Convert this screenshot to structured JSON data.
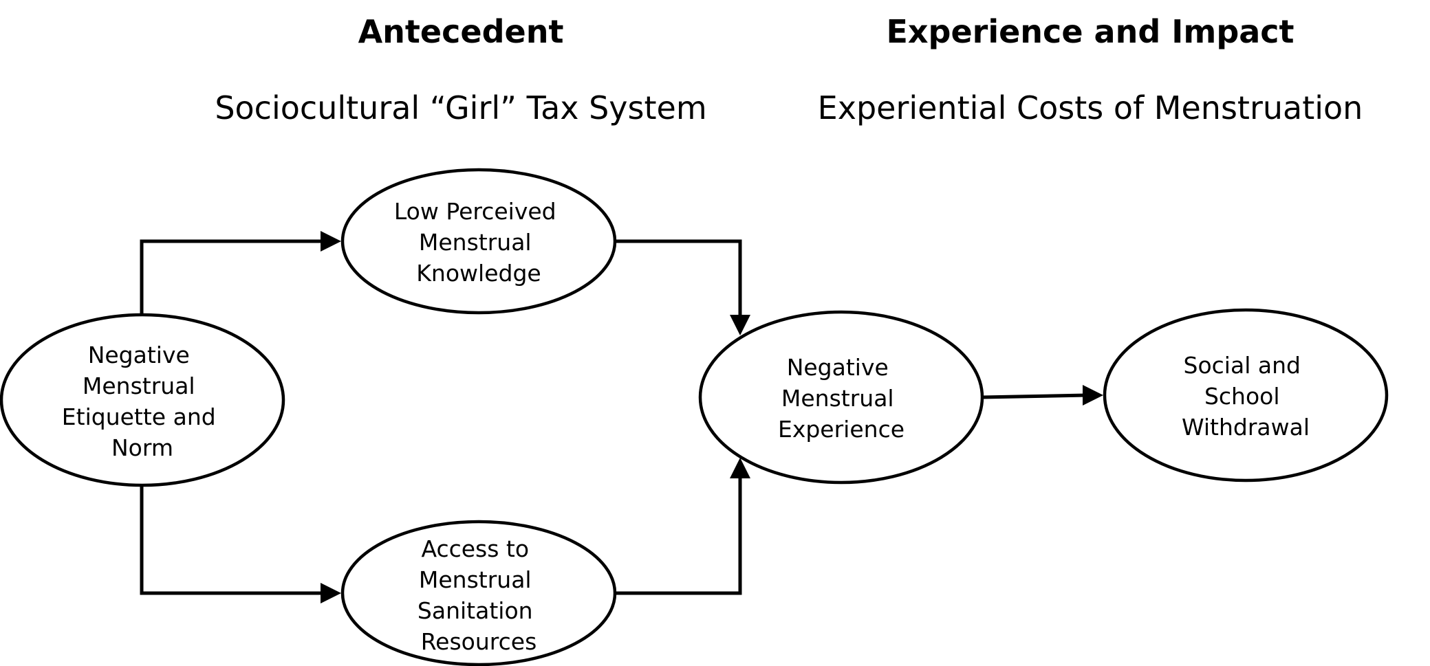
{
  "headers": {
    "antecedent": {
      "title": "Antecedent",
      "subtitle": "Sociocultural “Girl” Tax System"
    },
    "experience": {
      "title": "Experience and Impact",
      "subtitle": "Experiential Costs of Menstruation"
    }
  },
  "nodes": {
    "norm": {
      "lines": [
        "Negative",
        "Menstrual",
        "Etiquette and",
        "Norm"
      ]
    },
    "knowledge": {
      "lines": [
        "Low Perceived",
        "Menstrual",
        "Knowledge"
      ]
    },
    "access": {
      "lines": [
        "Access to",
        "Menstrual",
        "Sanitation",
        "Resources"
      ]
    },
    "experience": {
      "lines": [
        "Negative",
        "Menstrual",
        "Experience"
      ]
    },
    "withdrawal": {
      "lines": [
        "Social and",
        "School",
        "Withdrawal"
      ]
    }
  },
  "edges": [
    {
      "from": "norm",
      "to": "knowledge"
    },
    {
      "from": "norm",
      "to": "access"
    },
    {
      "from": "knowledge",
      "to": "experience"
    },
    {
      "from": "access",
      "to": "experience"
    },
    {
      "from": "experience",
      "to": "withdrawal"
    }
  ],
  "colors": {
    "stroke": "#000000",
    "background": "#ffffff"
  }
}
